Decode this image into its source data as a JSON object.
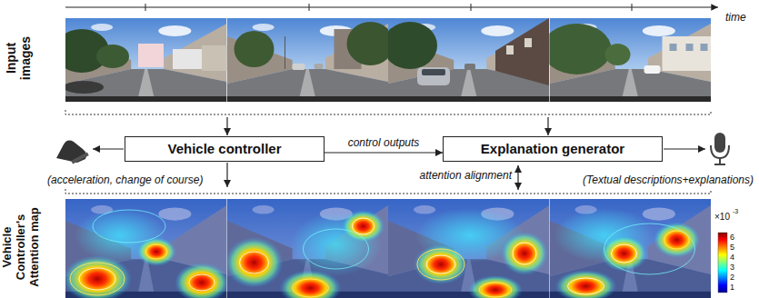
{
  "diagram": {
    "nodes": [
      {
        "text": [
          "Vehicle controller"
        ]
      },
      {
        "text": [
          "Explanation generator"
        ]
      }
    ],
    "edges": [
      {
        "from": 0,
        "to": 1,
        "arrow": "to",
        "label": "control outputs"
      }
    ],
    "labels": [
      "time",
      "Input images",
      "(acceleration, change of course)",
      "attention alignment",
      "(Textual descriptions+explanations)",
      "Vehicle Controller's Attention map",
      "×10",
      "-3",
      "6",
      "5",
      "4",
      "3",
      "2",
      "1"
    ]
  }
}
